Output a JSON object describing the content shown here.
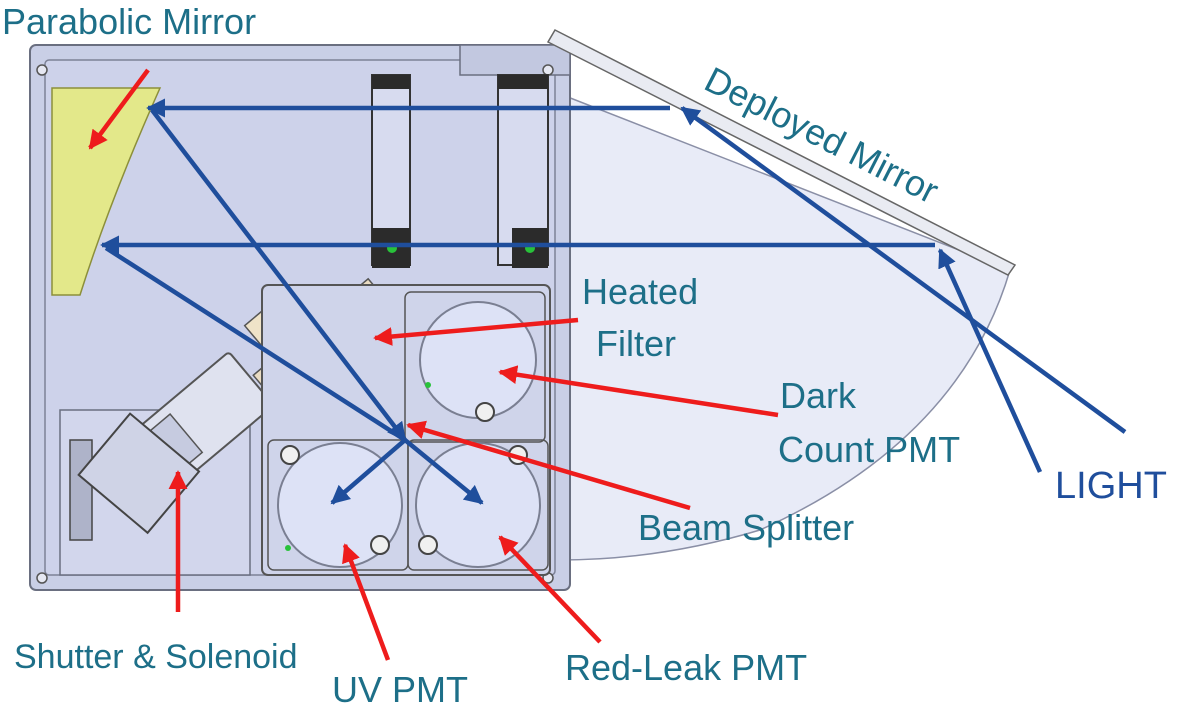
{
  "labels": {
    "parabolic_mirror": "Parabolic Mirror",
    "deployed_mirror": "Deployed Mirror",
    "heated_filter_line1": "Heated",
    "heated_filter_line2": "Filter",
    "dark_count_line1": "Dark",
    "dark_count_line2": "Count PMT",
    "light": "LIGHT",
    "beam_splitter": "Beam Splitter",
    "shutter_solenoid": "Shutter & Solenoid",
    "uv_pmt": "UV PMT",
    "red_leak_pmt": "Red-Leak PMT"
  },
  "colors": {
    "label_teal": "#1d6f88",
    "light_blue_text": "#1f4e9c",
    "beam_arrow": "#1f4e9c",
    "pointer_arrow": "#ee1c1c",
    "housing_fill": "#c9cfe6",
    "housing_stroke": "#6a6f80",
    "mirror_yellow": "#e3e88a",
    "sweep_fill": "#e8ebf7"
  }
}
